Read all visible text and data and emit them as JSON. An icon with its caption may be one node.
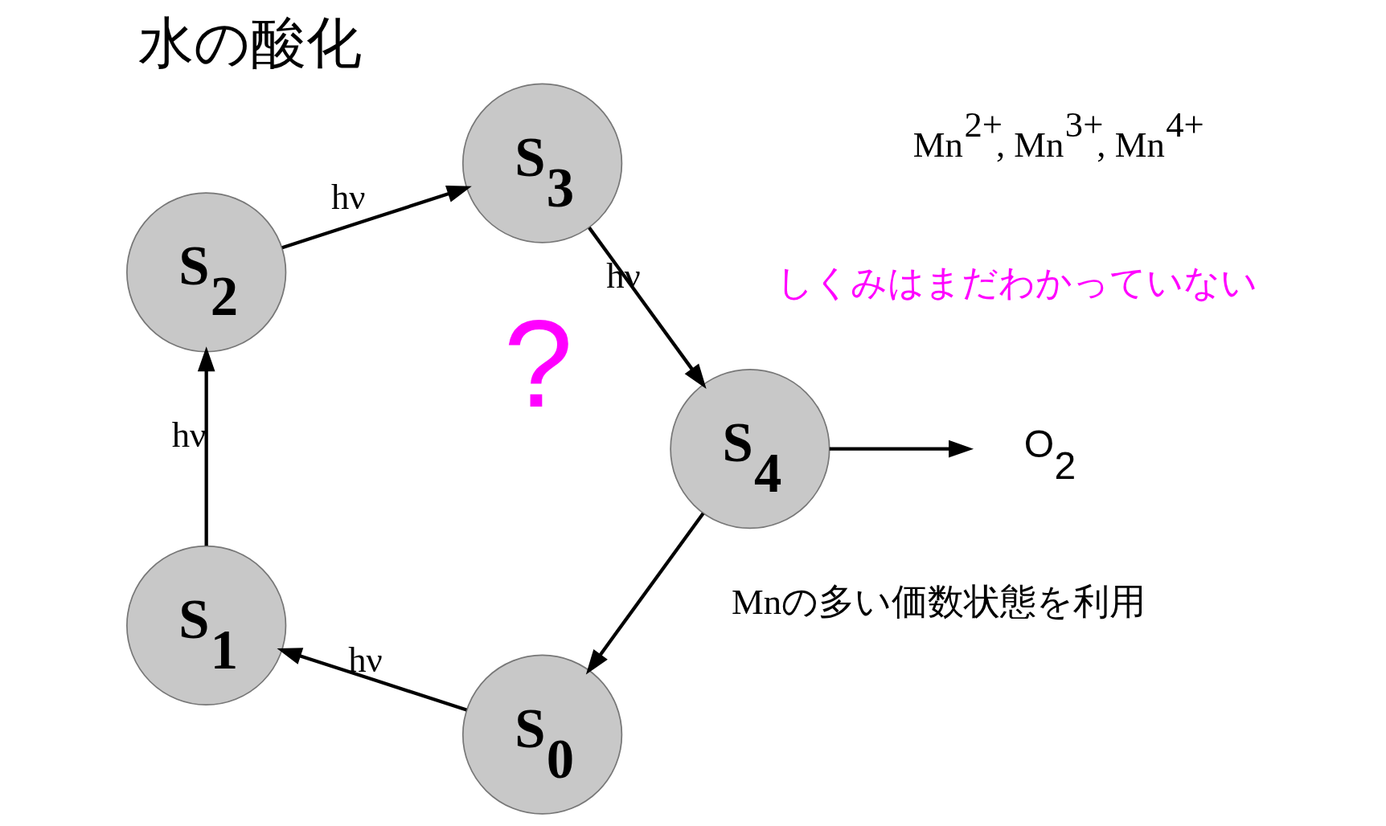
{
  "diagram": {
    "title": "水の酸化",
    "nodes": [
      {
        "text": [
          "S$_{0}$"
        ]
      },
      {
        "text": [
          "S$_{1}$"
        ]
      },
      {
        "text": [
          "S$_{2}$"
        ]
      },
      {
        "text": [
          "S$_{3}$"
        ]
      },
      {
        "text": [
          "S$_{4}$"
        ]
      },
      {
        "text": [
          "O$_{2}$"
        ]
      }
    ],
    "edges": [
      {
        "from": 0,
        "to": 1,
        "label": "hν",
        "arrow": "to"
      },
      {
        "from": 1,
        "to": 2,
        "label": "hν",
        "arrow": "to"
      },
      {
        "from": 2,
        "to": 3,
        "label": "hν",
        "arrow": "to"
      },
      {
        "from": 3,
        "to": 4,
        "label": "hν",
        "arrow": "to"
      },
      {
        "from": 4,
        "to": 0,
        "arrow": "to"
      },
      {
        "from": 4,
        "to": 5,
        "arrow": "to"
      }
    ],
    "labels": [
      "しくみはまだわかっていない",
      "?",
      "Mn$^{2+}$, Mn$^{3+}$, Mn$^{4+}$",
      "Mnの多い価数状態を利用"
    ]
  }
}
